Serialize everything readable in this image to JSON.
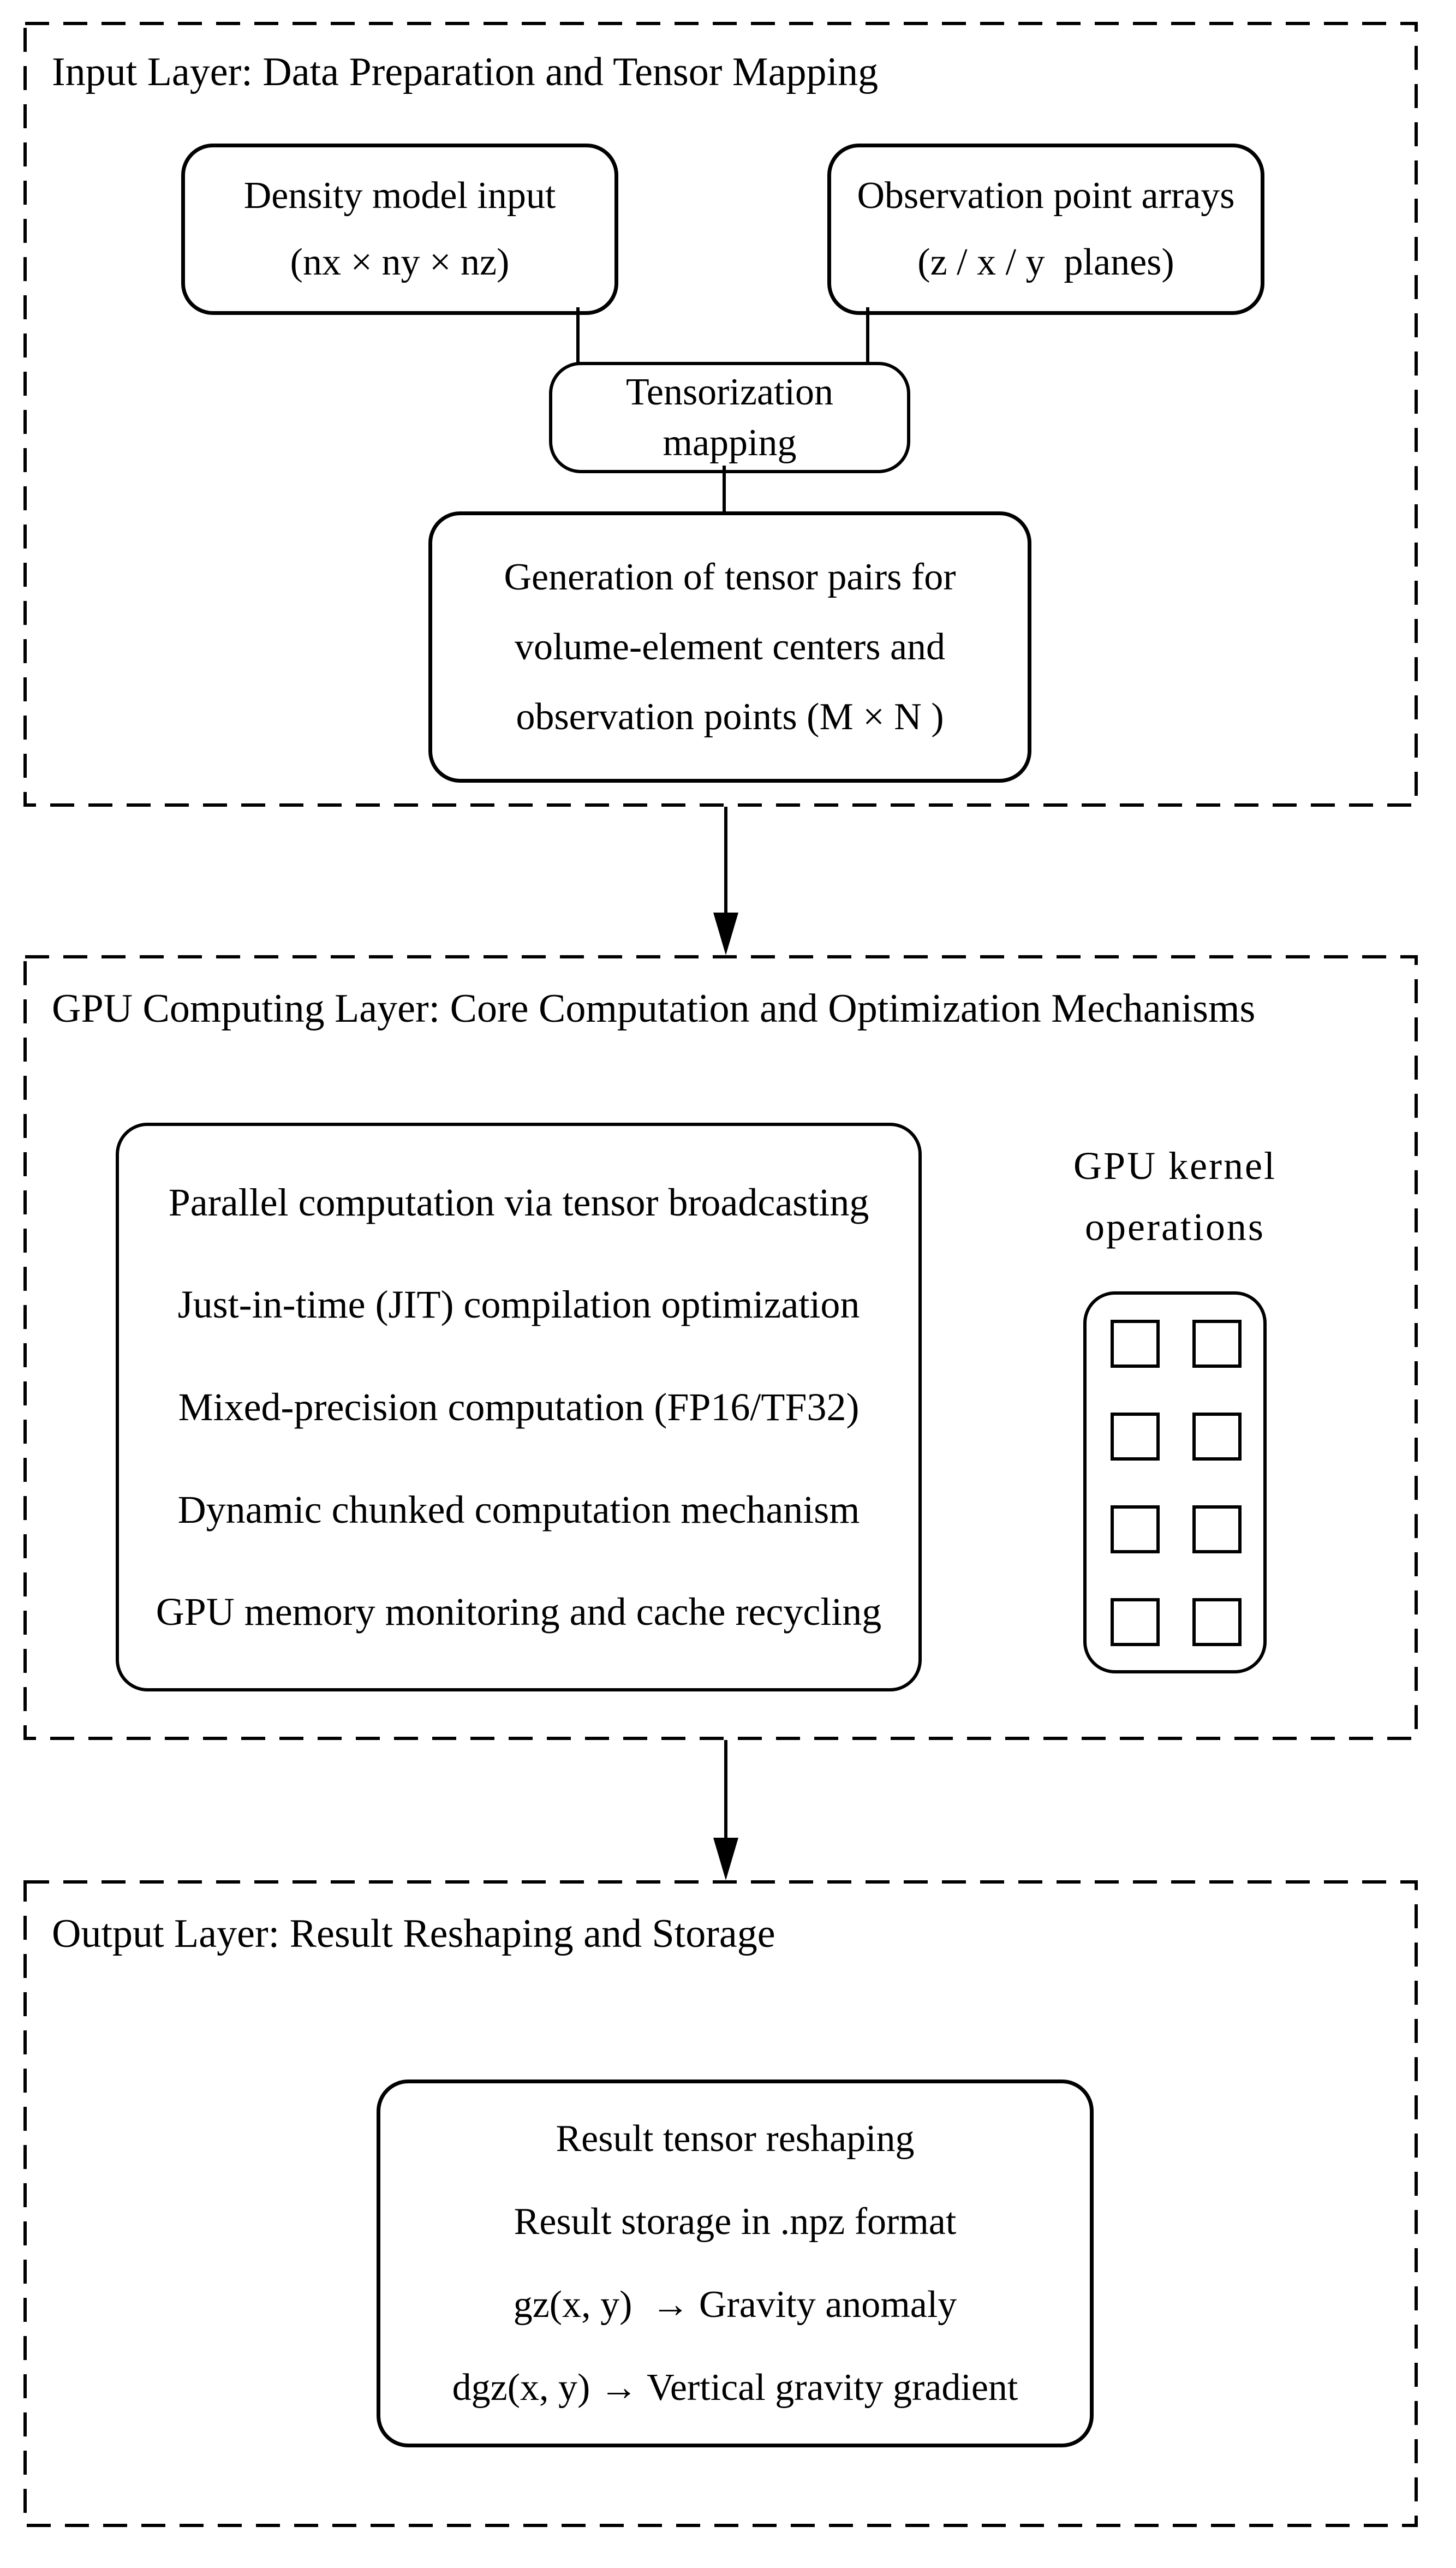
{
  "colors": {
    "ink": "#000000",
    "paper": "#ffffff"
  },
  "layers": {
    "input": {
      "title": "Input Layer: Data Preparation and Tensor Mapping",
      "density_box": [
        "Density model input",
        "(nx × ny × nz)"
      ],
      "observation_box": [
        "Observation point arrays",
        "(z / x / y  planes)"
      ],
      "tensorization_box": [
        "Tensorization",
        "mapping"
      ],
      "generation_box": [
        "Generation of tensor pairs for",
        "volume-element centers and",
        "observation points (M × N )"
      ]
    },
    "gpu": {
      "title": "GPU Computing Layer: Core Computation and Optimization Mechanisms",
      "optimizations": [
        "Parallel computation via tensor broadcasting",
        "Just-in-time (JIT) compilation optimization",
        "Mixed-precision computation (FP16/TF32)",
        "Dynamic chunked computation mechanism",
        "GPU memory monitoring and cache recycling"
      ],
      "kernel_label": [
        "GPU kernel",
        "operations"
      ]
    },
    "output": {
      "title": "Output Layer: Result Reshaping and Storage",
      "result_box": [
        "Result tensor reshaping",
        "Result storage in .npz format",
        "gz(x, y)  → Gravity anomaly",
        "dgz(x, y) → Vertical gravity gradient"
      ]
    }
  }
}
